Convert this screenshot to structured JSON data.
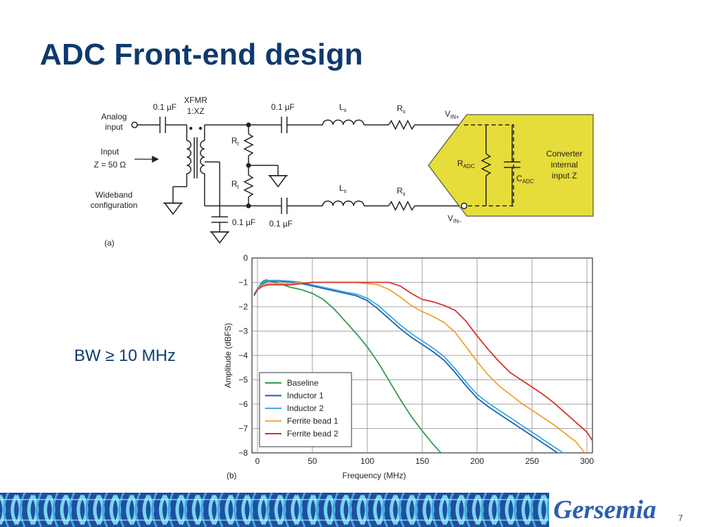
{
  "slide": {
    "title": "ADC Front-end design",
    "bandwidth_note": "BW ≥ 10 MHz",
    "page_number": "7",
    "logo_text": "Gersemia"
  },
  "schematic": {
    "panel_label": "(a)",
    "analog_input": [
      "Analog",
      "input"
    ],
    "input_impedance": [
      "Input",
      "Z = 50 Ω"
    ],
    "wideband": [
      "Wideband",
      "configuration"
    ],
    "cap_label": "0.1 µF",
    "xfmr": [
      "XFMR",
      "1:XZ"
    ],
    "rt": "R",
    "rt_sub": "t",
    "ls": "L",
    "ls_sub": "s",
    "rs": "R",
    "rs_sub": "s",
    "vin_plus": "V",
    "vin_plus_sub": "IN+",
    "vin_minus": "V",
    "vin_minus_sub": "IN–",
    "radc": "R",
    "radc_sub": "ADC",
    "cadc": "C",
    "cadc_sub": "ADC",
    "converter": [
      "Converter",
      "internal",
      "input Z"
    ],
    "colors": {
      "adc_fill": "#e6dc3a",
      "wire": "#222222"
    }
  },
  "chart_data": {
    "type": "line",
    "panel_label": "(b)",
    "xlabel": "Frequency (MHz)",
    "ylabel": "Amplitude (dBFS)",
    "xlim": [
      0,
      300
    ],
    "ylim": [
      -8,
      0
    ],
    "xticks": [
      0,
      50,
      100,
      150,
      200,
      250,
      300
    ],
    "yticks": [
      0,
      -1,
      -2,
      -3,
      -4,
      -5,
      -6,
      -7,
      -8
    ],
    "ytick_labels": [
      "0",
      "−1",
      "−2",
      "−3",
      "−4",
      "−5",
      "−6",
      "−7",
      "−8"
    ],
    "grid": true,
    "legend_position": "bottom-left",
    "series": [
      {
        "name": "Baseline",
        "color": "#2e9a4a",
        "x": [
          -3,
          0,
          3,
          5,
          8,
          12,
          20,
          30,
          40,
          50,
          60,
          70,
          80,
          90,
          100,
          110,
          120,
          130,
          140,
          150,
          160,
          167
        ],
        "y": [
          -1.5,
          -1.3,
          -1.05,
          -0.95,
          -0.9,
          -0.95,
          -1.05,
          -1.2,
          -1.3,
          -1.45,
          -1.7,
          -2.1,
          -2.6,
          -3.1,
          -3.65,
          -4.3,
          -5.05,
          -5.8,
          -6.5,
          -7.1,
          -7.65,
          -8.0
        ]
      },
      {
        "name": "Inductor 1",
        "color": "#1c5fb0",
        "x": [
          -3,
          0,
          3,
          5,
          10,
          20,
          30,
          40,
          50,
          60,
          70,
          80,
          90,
          100,
          110,
          120,
          130,
          140,
          150,
          160,
          170,
          180,
          190,
          200,
          210,
          220,
          230,
          240,
          250,
          260,
          270,
          275
        ],
        "y": [
          -1.55,
          -1.3,
          -1.15,
          -1.05,
          -0.95,
          -0.95,
          -0.98,
          -1.05,
          -1.15,
          -1.25,
          -1.35,
          -1.45,
          -1.55,
          -1.75,
          -2.1,
          -2.5,
          -2.9,
          -3.25,
          -3.55,
          -3.85,
          -4.2,
          -4.7,
          -5.25,
          -5.75,
          -6.1,
          -6.4,
          -6.7,
          -7.0,
          -7.3,
          -7.6,
          -7.9,
          -8.05
        ]
      },
      {
        "name": "Inductor 2",
        "color": "#3aa8e0",
        "x": [
          -3,
          0,
          3,
          5,
          10,
          20,
          30,
          40,
          50,
          60,
          70,
          80,
          90,
          100,
          110,
          120,
          130,
          140,
          150,
          160,
          170,
          180,
          190,
          200,
          210,
          220,
          230,
          240,
          250,
          260,
          270,
          280
        ],
        "y": [
          -1.5,
          -1.25,
          -1.1,
          -1.0,
          -0.92,
          -0.92,
          -0.95,
          -1.0,
          -1.1,
          -1.2,
          -1.3,
          -1.4,
          -1.48,
          -1.65,
          -1.95,
          -2.35,
          -2.75,
          -3.1,
          -3.4,
          -3.7,
          -4.05,
          -4.55,
          -5.1,
          -5.6,
          -5.95,
          -6.25,
          -6.55,
          -6.85,
          -7.15,
          -7.45,
          -7.75,
          -8.05
        ]
      },
      {
        "name": "Ferrite bead 1",
        "color": "#f0a030",
        "x": [
          -3,
          0,
          5,
          10,
          20,
          30,
          40,
          50,
          60,
          70,
          80,
          90,
          100,
          110,
          120,
          130,
          140,
          150,
          160,
          170,
          180,
          190,
          200,
          210,
          220,
          230,
          240,
          250,
          260,
          270,
          280,
          290,
          298
        ],
        "y": [
          -1.5,
          -1.3,
          -1.1,
          -1.05,
          -1.05,
          -1.05,
          -1.02,
          -1.0,
          -1.0,
          -1.0,
          -1.0,
          -1.0,
          -1.05,
          -1.1,
          -1.3,
          -1.6,
          -1.95,
          -2.2,
          -2.4,
          -2.65,
          -3.05,
          -3.65,
          -4.25,
          -4.8,
          -5.25,
          -5.6,
          -5.95,
          -6.25,
          -6.55,
          -6.85,
          -7.2,
          -7.55,
          -8.0
        ]
      },
      {
        "name": "Ferrite bead 2",
        "color": "#d8302a",
        "x": [
          -3,
          0,
          5,
          10,
          20,
          30,
          40,
          50,
          60,
          70,
          80,
          90,
          100,
          110,
          120,
          130,
          140,
          150,
          160,
          170,
          180,
          190,
          200,
          210,
          220,
          230,
          240,
          250,
          260,
          270,
          280,
          290,
          300,
          305
        ],
        "y": [
          -1.5,
          -1.3,
          -1.15,
          -1.1,
          -1.1,
          -1.1,
          -1.05,
          -1.0,
          -1.0,
          -1.0,
          -1.0,
          -1.0,
          -1.0,
          -1.0,
          -1.0,
          -1.15,
          -1.45,
          -1.7,
          -1.8,
          -1.95,
          -2.15,
          -2.6,
          -3.2,
          -3.75,
          -4.25,
          -4.7,
          -5.0,
          -5.3,
          -5.6,
          -5.95,
          -6.35,
          -6.75,
          -7.15,
          -7.5
        ]
      }
    ]
  }
}
